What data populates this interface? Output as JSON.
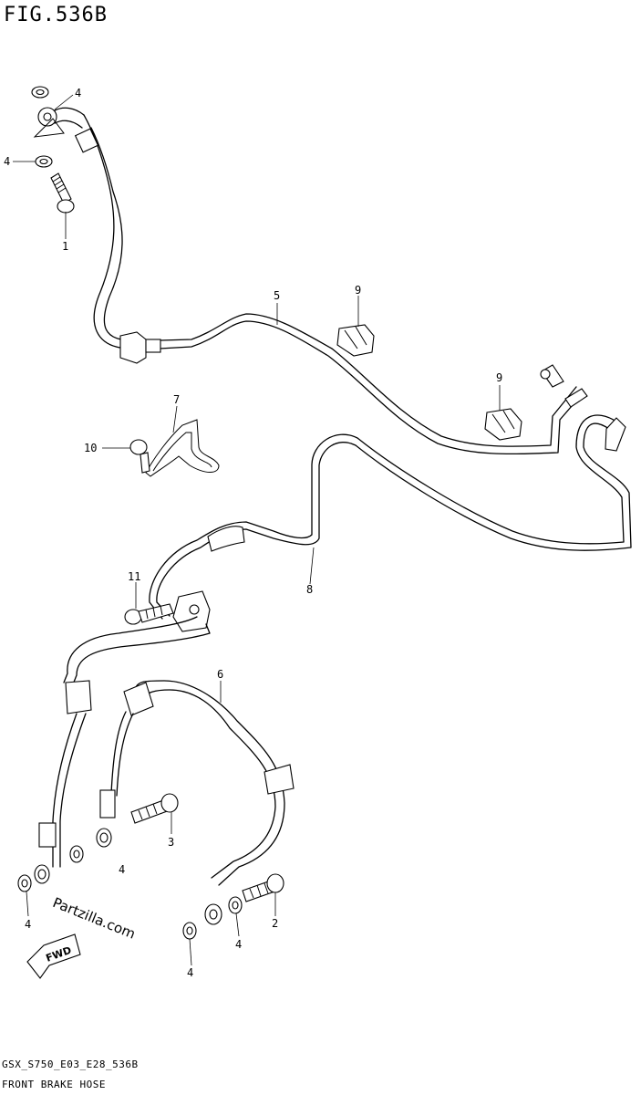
{
  "figure": {
    "title": "FIG.536B",
    "footer_code": "GSX_S750_E03_E28_536B",
    "footer_title": "FRONT BRAKE HOSE",
    "watermark": "Partzilla.com",
    "fwd_label": "FWD"
  },
  "callouts": {
    "c1": "1",
    "c2": "2",
    "c3": "3",
    "c4a": "4",
    "c4b": "4",
    "c4c": "4",
    "c4d": "4",
    "c4e": "4",
    "c4f": "4",
    "c5": "5",
    "c6": "6",
    "c7": "7",
    "c8": "8",
    "c9a": "9",
    "c9b": "9",
    "c10": "10",
    "c11": "11"
  }
}
